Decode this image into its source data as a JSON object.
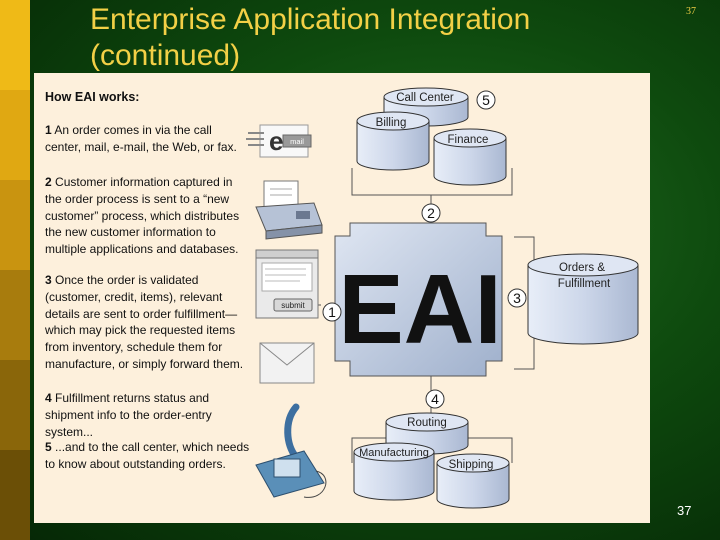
{
  "slide": {
    "title_line1": "Enterprise Application Integration",
    "title_line2": "(continued)",
    "page_number_top": "37",
    "page_number_bottom": "37"
  },
  "panel": {
    "heading": "How EAI works:",
    "steps": [
      {
        "num": "1",
        "text": "An order comes in via the call center, mail, e-mail, the Web, or fax."
      },
      {
        "num": "2",
        "text": "Customer information captured in the order process is sent to a “new customer” process, which distributes the new customer information to multiple applications and databases."
      },
      {
        "num": "3",
        "text": "Once the order is validated (customer, credit, items), relevant details are sent to order fulfillment—which may pick the requested items from inventory, schedule them for manufacture, or simply forward them."
      },
      {
        "num": "4",
        "text": "Fulfillment returns status and shipment info to the order-entry system..."
      },
      {
        "num": "5",
        "text": "...and to the call center, which needs to know about outstanding orders."
      }
    ]
  },
  "diagram": {
    "center_label": "EAI",
    "databases": {
      "call_center": "Call Center",
      "billing": "Billing",
      "finance": "Finance",
      "orders_line1": "Orders &",
      "orders_line2": "Fulfillment",
      "routing": "Routing",
      "manufacturing": "Manufacturing",
      "shipping": "Shipping"
    },
    "markers": [
      "1",
      "2",
      "3",
      "4",
      "5"
    ],
    "channels": {
      "email_letter": "e",
      "email_tag": "mail",
      "submit": "submit"
    }
  },
  "colors": {
    "background": "#0e4a0e",
    "title": "#f2d046",
    "panel": "#fdf0dc",
    "db_fill": "#cfd8ec",
    "eai_block": "#bcc8dc"
  }
}
